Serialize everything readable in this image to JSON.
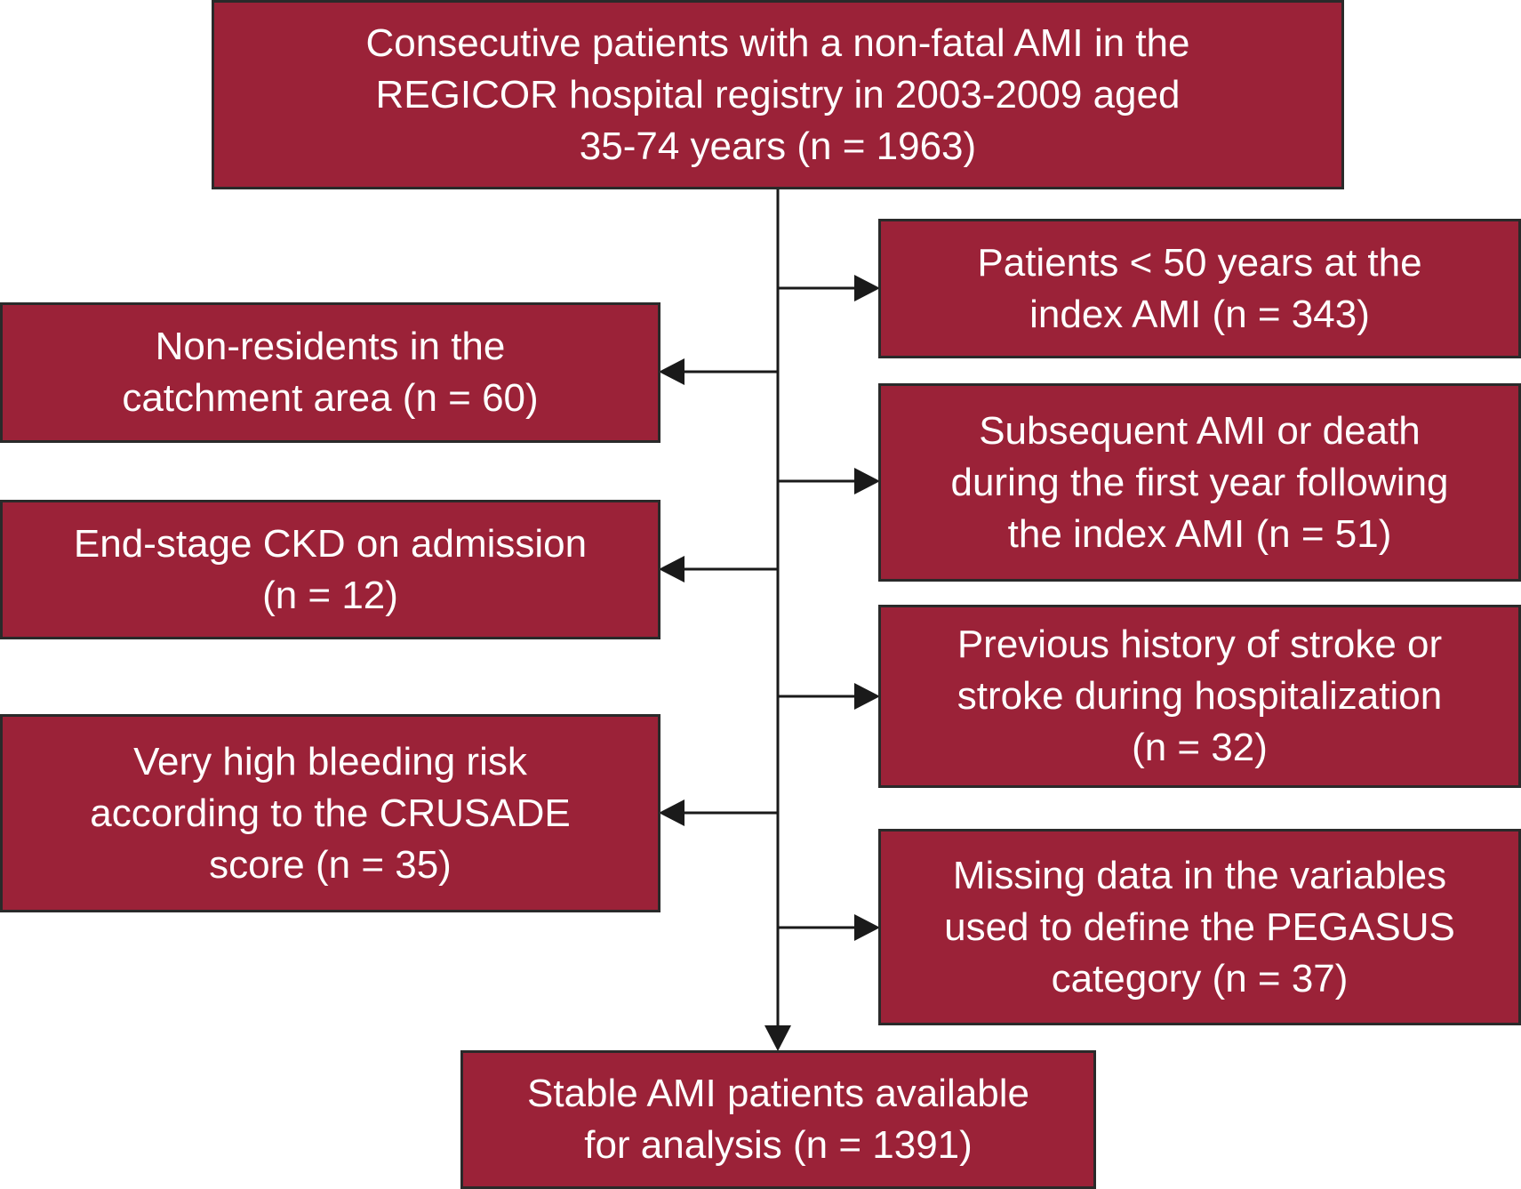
{
  "colors": {
    "box_fill": "#9b2238",
    "box_border": "#2a2a2a",
    "line": "#1a1a1a",
    "text": "#ffffff"
  },
  "boxes": {
    "top": "Consecutive patients with a non-fatal AMI in the\nREGICOR hospital registry in 2003-2009 aged\n35-74 years (n = 1963)",
    "right_1": "Patients < 50 years at the\nindex AMI (n = 343)",
    "right_2": "Subsequent AMI or death\nduring the first year following\nthe index AMI (n = 51)",
    "right_3": "Previous history of stroke or\nstroke during hospitalization\n(n = 32)",
    "right_4": "Missing data in the variables\nused to define the PEGASUS\ncategory (n = 37)",
    "left_1": "Non-residents in the\ncatchment area (n = 60)",
    "left_2": "End-stage CKD on admission\n(n = 12)",
    "left_3": "Very high bleeding risk\naccording to the CRUSADE\nscore (n = 35)",
    "bottom": "Stable AMI patients available\nfor analysis (n = 1391)"
  }
}
